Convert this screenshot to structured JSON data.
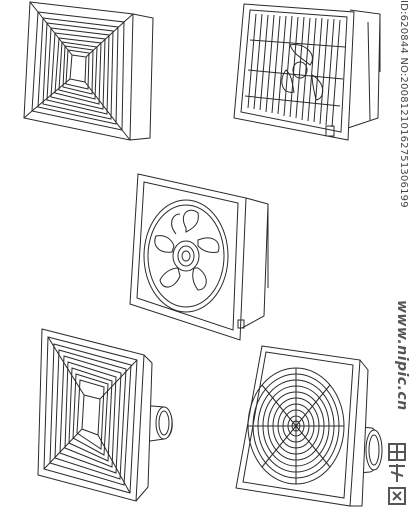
{
  "watermark": {
    "id_text": "ID:620844 NO:20081210162751306199",
    "site_text": "www.nipic.cn",
    "logo_text": "昵图网"
  },
  "colors": {
    "line": "#2a2a2a",
    "background": "#ffffff"
  },
  "items": [
    {
      "kind": "ceiling-fan-square-grille"
    },
    {
      "kind": "window-fan-grid-cover"
    },
    {
      "kind": "wall-fan-open-blades"
    },
    {
      "kind": "ceiling-fan-square-grille-round-duct"
    },
    {
      "kind": "wall-fan-concentric-rings"
    }
  ]
}
